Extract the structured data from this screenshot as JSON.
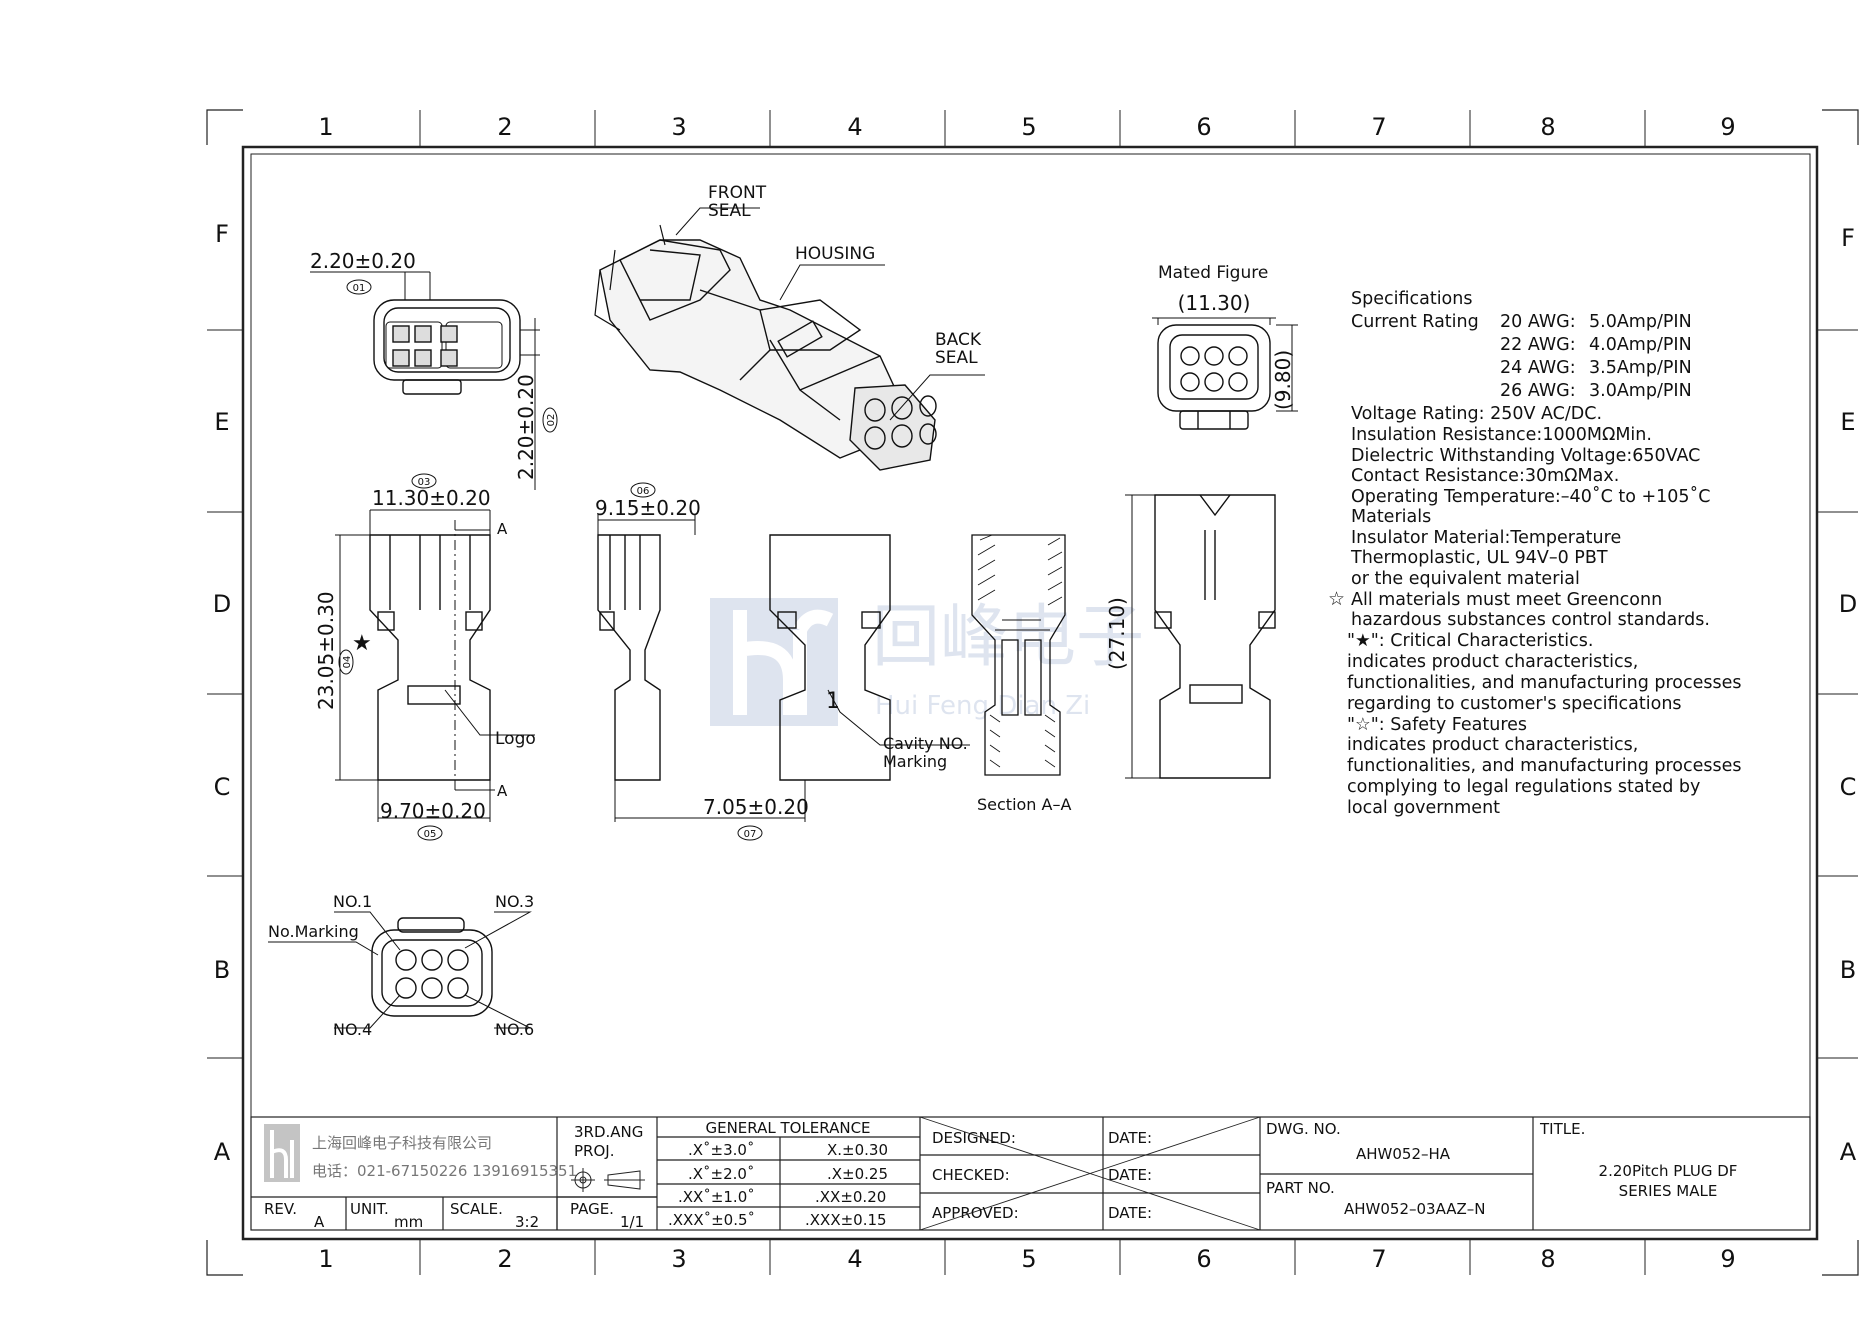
{
  "grid": {
    "columns": [
      "1",
      "2",
      "3",
      "4",
      "5",
      "6",
      "7",
      "8",
      "9"
    ],
    "rows": [
      "F",
      "E",
      "D",
      "C",
      "B",
      "A"
    ]
  },
  "callouts": {
    "front_seal": "FRONT SEAL",
    "front_seal_line1": "FRONT",
    "front_seal_line2": "SEAL",
    "housing": "HOUSING",
    "back_seal_line1": "BACK",
    "back_seal_line2": "SEAL",
    "logo": "Logo",
    "cavity_line1": "Cavity NO.",
    "cavity_line2": "Marking",
    "cavity_digit": "1",
    "section": "Section A–A",
    "section_mark": "A",
    "mated_figure": "Mated Figure"
  },
  "dimensions": {
    "d01": {
      "label": "2.20±0.20",
      "balloon": "01"
    },
    "d02": {
      "label": "2.20±0.20",
      "balloon": "02"
    },
    "d03": {
      "label": "11.30±0.20",
      "balloon": "03"
    },
    "d04": {
      "label": "23.05±0.30",
      "balloon": "04"
    },
    "d05": {
      "label": "9.70±0.20",
      "balloon": "05"
    },
    "d06": {
      "label": "9.15±0.20",
      "balloon": "06"
    },
    "d07": {
      "label": "7.05±0.20",
      "balloon": "07"
    },
    "mated_width": "(11.30)",
    "mated_height": "(9.80)",
    "overall_height": "(27.10)"
  },
  "pin_marking": {
    "no1": "NO.1",
    "no3": "NO.3",
    "no4": "NO.4",
    "no6": "NO.6",
    "label": "No.Marking"
  },
  "specifications": {
    "title": "Specifications",
    "current_label": "Current Rating",
    "current": [
      {
        "awg": "20 AWG:",
        "amp": "5.0Amp/PIN"
      },
      {
        "awg": "22 AWG:",
        "amp": "4.0Amp/PIN"
      },
      {
        "awg": "24 AWG:",
        "amp": "3.5Amp/PIN"
      },
      {
        "awg": "26 AWG:",
        "amp": "3.0Amp/PIN"
      }
    ],
    "lines": [
      "Voltage Rating: 250V AC/DC.",
      "Insulation Resistance:1000MΩMin.",
      "Dielectric Withstanding Voltage:650VAC",
      "Contact Resistance:30mΩMax.",
      "Operating Temperature:–40˚C to +105˚C",
      "Materials",
      "Insulator Material:Temperature",
      "Thermoplastic, UL 94V–0 PBT",
      "or the equivalent material"
    ],
    "notes": [
      "All materials must meet Greenconn",
      "hazardous substances control standards.",
      "\"★\": Critical Characteristics.",
      "indicates product characteristics,",
      "functionalities, and manufacturing processes",
      "regarding to customer's specifications",
      "\"☆\": Safety Features",
      "indicates product characteristics,",
      "functionalities, and manufacturing processes",
      "complying to legal regulations stated by",
      "local government"
    ]
  },
  "watermark": {
    "cn": "回峰电子",
    "pinyin": "Hui Feng Dian Zi"
  },
  "title_block": {
    "company": "上海回峰电子科技有限公司",
    "phone": "电话：021-67150226  13916915351",
    "rev_label": "REV.",
    "rev": "A",
    "unit_label": "UNIT.",
    "unit": "mm",
    "scale_label": "SCALE.",
    "scale": "3:2",
    "proj_line1": "3RD.ANG",
    "proj_line2": "PROJ.",
    "page_label": "PAGE.",
    "page": "1/1",
    "tolerance_title": "GENERAL TOLERANCE",
    "tol_angle": [
      ".X˚±3.0˚",
      ".X˚±2.0˚",
      ".XX˚±1.0˚",
      ".XXX˚±0.5˚"
    ],
    "tol_linear": [
      "X.±0.30",
      ".X±0.25",
      ".XX±0.20",
      ".XXX±0.15"
    ],
    "designed": "DESIGNED:",
    "checked": "CHECKED:",
    "approved": "APPROVED:",
    "date": "DATE:",
    "dwg_label": "DWG. NO.",
    "dwg_no": "AHW052–HA",
    "part_label": "PART NO.",
    "part_no": "AHW052–03AAZ–N",
    "title_label": "TITLE.",
    "title_line1": "2.20Pitch PLUG DF",
    "title_line2": "SERIES MALE"
  }
}
